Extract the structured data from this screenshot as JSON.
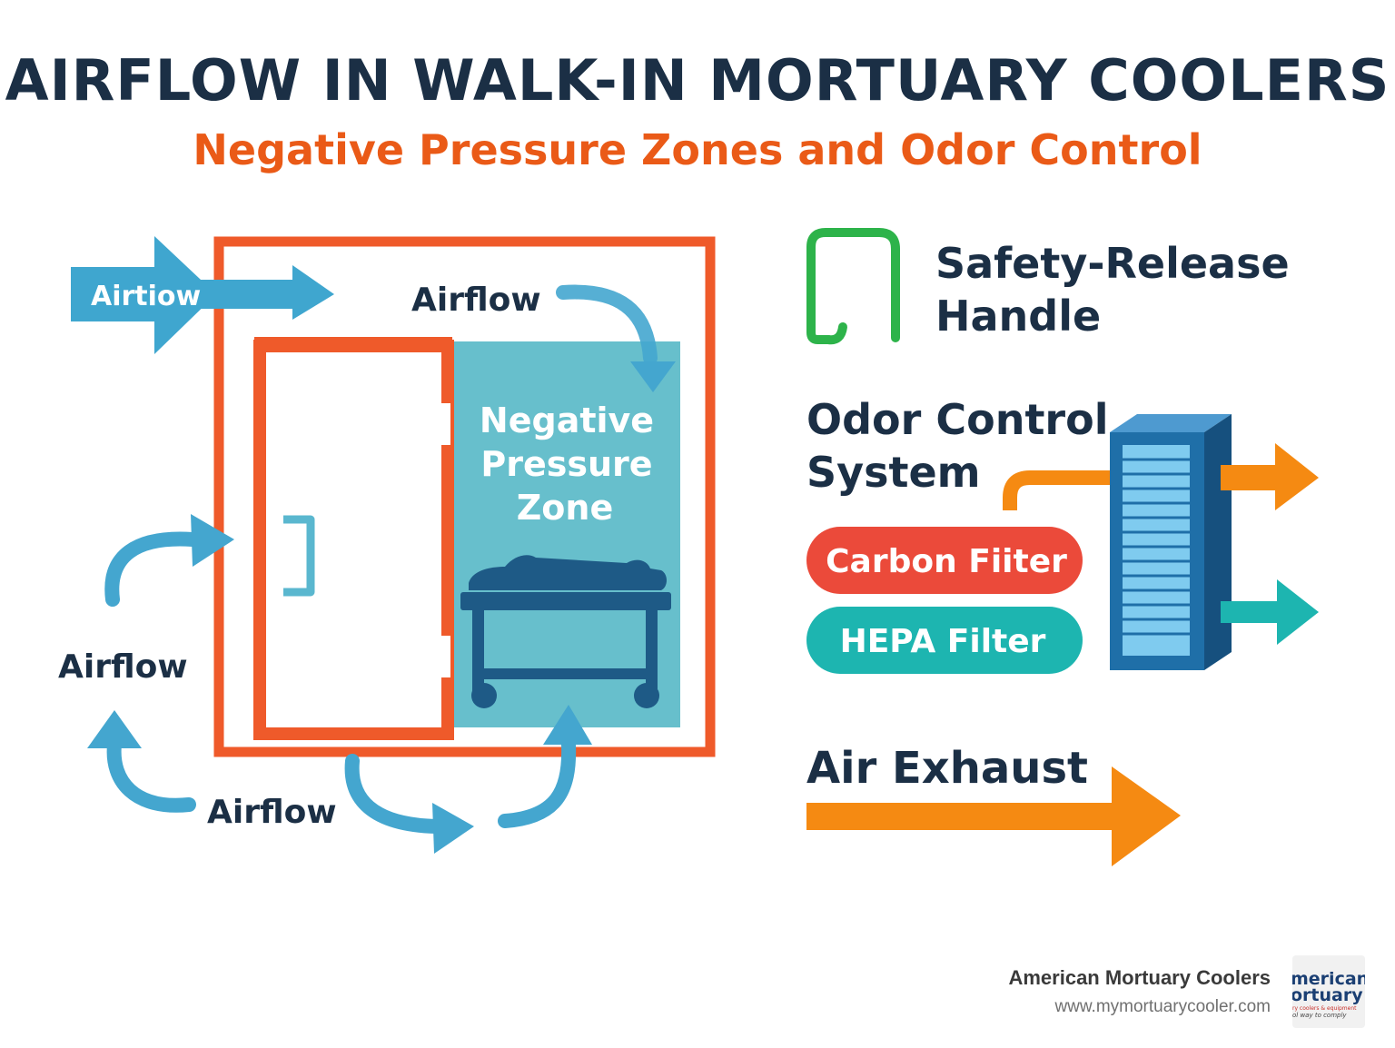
{
  "title": "AIRFLOW IN WALK-IN MORTUARY COOLERS",
  "subtitle": "Negative Pressure Zones and Odor Control",
  "labels": {
    "airflow_arrow": "Airtiow",
    "airflow_top": "Airflow",
    "airflow_left": "Airflow",
    "airflow_bottom": "Airflow",
    "zone_line1": "Negative",
    "zone_line2": "Pressure",
    "zone_line3": "Zone",
    "safety_line1": "Safety-Release",
    "safety_line2": "Handle",
    "odor_line1": "Odor Control",
    "odor_line2": "System",
    "carbon_filter": "Carbon Fiiter",
    "hepa_filter": "HEPA Filter",
    "air_exhaust": "Air Exhaust"
  },
  "footer": {
    "company": "American Mortuary Coolers",
    "url": "www.mymortuarycooler.com",
    "logo_line1": "merican",
    "logo_line2": "ortuary",
    "logo_line3": "ry coolers & equipment",
    "logo_line4": "ol way to comply"
  },
  "colors": {
    "title": "#1b2f45",
    "accent_orange": "#ea5a17",
    "wall": "#ef5a2a",
    "airflow_blue": "#3fa6cf",
    "zone_teal": "#67bfcc",
    "table_navy": "#1e5a86",
    "handle_green": "#2db34a",
    "carbon_red": "#eb4a3a",
    "hepa_teal": "#1db5b0",
    "exhaust_orange": "#f58a12",
    "unit_blue": "#1f6fa8"
  },
  "icons": [
    "airflow-arrow-icon",
    "safety-handle-icon",
    "filter-unit-icon",
    "exhaust-arrow-icon",
    "body-on-table-icon"
  ]
}
